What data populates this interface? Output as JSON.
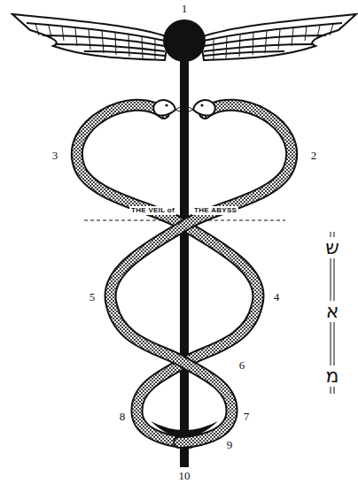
{
  "diagram": {
    "labels": [
      "1",
      "3",
      "2",
      "THE VEIL of",
      "THE ABYSS",
      "5",
      "4",
      "6",
      "8",
      "7",
      "9",
      "10",
      "ש",
      "א",
      "מ"
    ]
  }
}
